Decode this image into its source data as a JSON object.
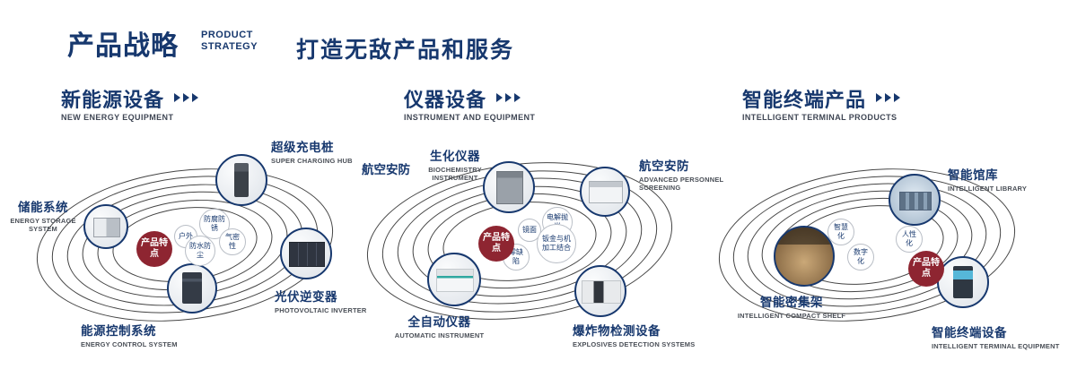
{
  "colors": {
    "navy": "#17386e",
    "feature_red": "#8e2531",
    "ring_line": "#454545"
  },
  "header": {
    "title": "产品战略",
    "subtitle_line1": "PRODUCT",
    "subtitle_line2": "STRATEGY",
    "slogan": "打造无敌产品和服务"
  },
  "sections": [
    {
      "title": "新能源设备",
      "subtitle": "NEW ENERGY EQUIPMENT",
      "center_label": "产品特点",
      "features": [
        "户外",
        "防腐防锈",
        "防水防尘",
        "气密性"
      ],
      "products": [
        {
          "name": "储能系统",
          "en": "ENERGY STORAGE SYSTEM"
        },
        {
          "name": "超级充电桩",
          "en": "SUPER CHARGING HUB"
        },
        {
          "name": "光伏逆变器",
          "en": "PHOTOVOLTAIC INVERTER"
        },
        {
          "name": "能源控制系统",
          "en": "ENERGY CONTROL SYSTEM"
        }
      ]
    },
    {
      "title": "仪器设备",
      "subtitle": "INSTRUMENT AND EQUIPMENT",
      "center_label": "产品特点",
      "standalone_label": "航空安防",
      "features": [
        "镜面",
        "电解抛光",
        "零缺陷",
        "钣金与机加工结合"
      ],
      "products": [
        {
          "name": "生化仪器",
          "en": "BIOCHEMISTRY INSTRUMENT"
        },
        {
          "name": "航空安防",
          "en": "ADVANCED PERSONNEL SCREENING"
        },
        {
          "name": "全自动仪器",
          "en": "AUTOMATIC INSTRUMENT"
        },
        {
          "name": "爆炸物检测设备",
          "en": "EXPLOSIVES DETECTION SYSTEMS"
        }
      ]
    },
    {
      "title": "智能终端产品",
      "subtitle": "INTELLIGENT TERMINAL PRODUCTS",
      "center_label": "产品特点",
      "features": [
        "智慧化",
        "人性化",
        "数字化"
      ],
      "products": [
        {
          "name": "智能馆库",
          "en": "INTELLIGENT LIBRARY"
        },
        {
          "name": "智能密集架",
          "en": "INTELLIGENT COMPACT SHELF"
        },
        {
          "name": "智能终端设备",
          "en": "INTELLIGENT TERMINAL EQUIPMENT"
        }
      ]
    }
  ]
}
